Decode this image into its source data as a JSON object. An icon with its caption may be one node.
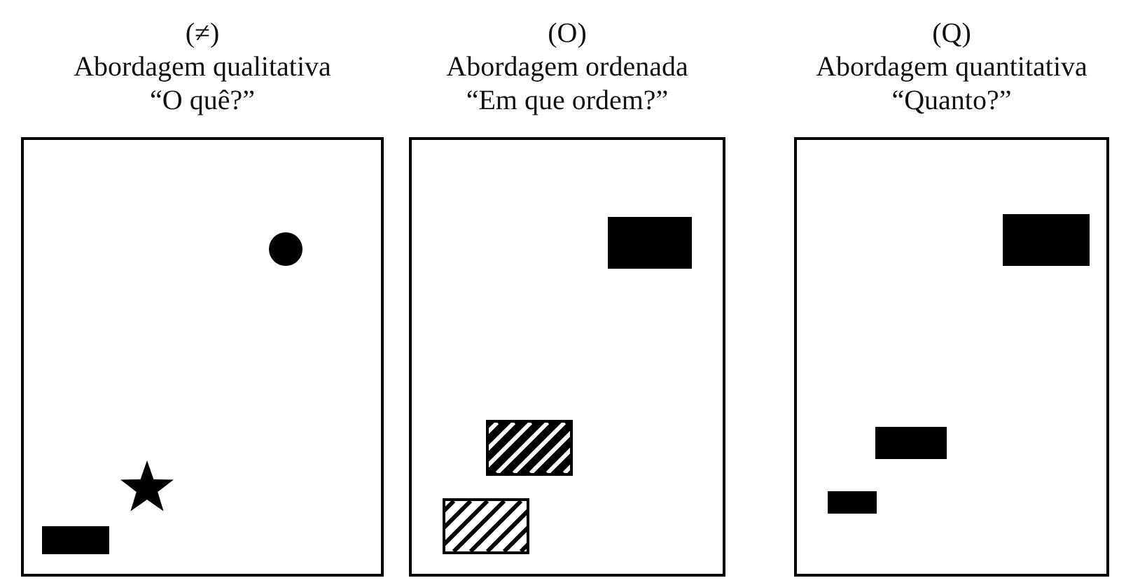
{
  "diagram": {
    "nodes": [
      {
        "text": [
          "(≠)",
          "Abordagem qualitativa",
          "“O quê?”"
        ]
      },
      {
        "text": [],
        "shape": "circle",
        "in": 0
      },
      {
        "text": [],
        "shape": "star",
        "in": 0
      },
      {
        "text": [],
        "shape": "bar",
        "in": 0
      },
      {
        "text": [
          "(O)",
          "Abordagem ordenada",
          "“Em que ordem?”"
        ]
      },
      {
        "text": [],
        "shape": "box",
        "in": 4
      },
      {
        "text": [],
        "shape": "box",
        "in": 4
      },
      {
        "text": [],
        "shape": "box",
        "in": 4
      },
      {
        "text": [
          "(Q)",
          "Abordagem quantitativa",
          "“Quanto?”"
        ]
      },
      {
        "text": [],
        "shape": "box",
        "in": 8
      },
      {
        "text": [],
        "shape": "box",
        "in": 8
      },
      {
        "text": [],
        "shape": "box",
        "in": 8
      }
    ]
  }
}
